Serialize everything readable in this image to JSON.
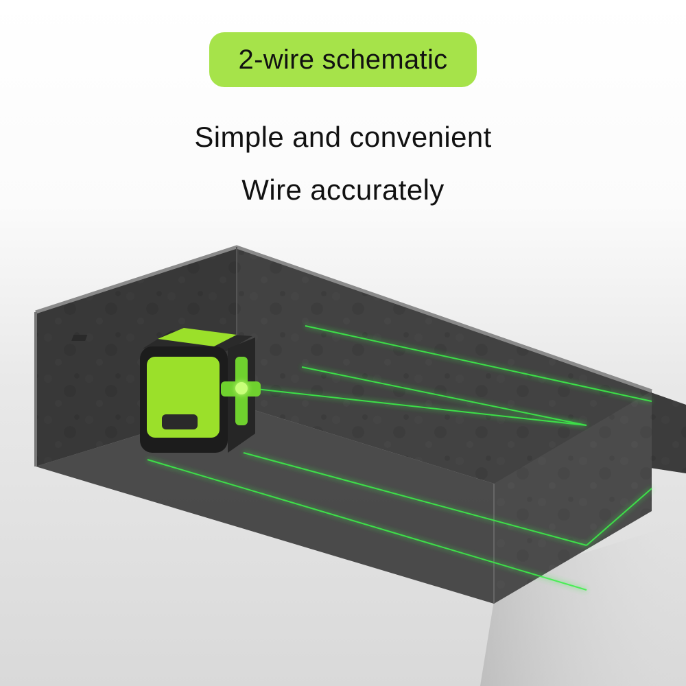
{
  "header": {
    "badge_label": "2-wire schematic",
    "headline_line1": "Simple and convenient",
    "headline_line2": "Wire accurately"
  },
  "colors": {
    "badge_bg": "#a6e34a",
    "laser_green": "#3cf04a",
    "wall_dark": "#3a3a3a",
    "device_green": "#9be02a"
  },
  "illustration": {
    "device_icon": "laser-level-icon",
    "laser_lines": [
      "horizontal-laser-line",
      "vertical-laser-line"
    ]
  }
}
